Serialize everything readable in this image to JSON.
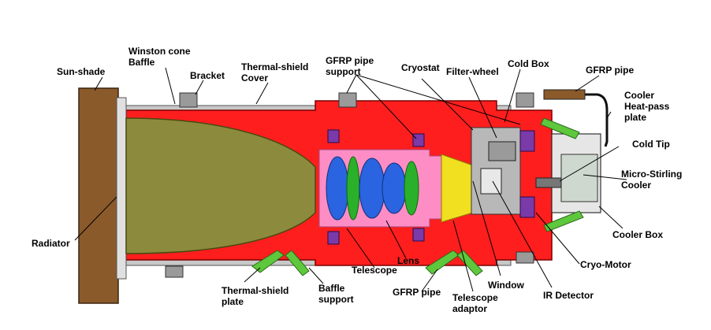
{
  "colors": {
    "housing": "#ff1e1e",
    "sunshade": "#8b5a2b",
    "cone": "#8c8a3c",
    "lens_blue": "#2a64e0",
    "lens_green": "#2ab02a",
    "pink": "#ff9ad8",
    "yellow": "#f0e020",
    "gfrp": "#5ec83c",
    "purple": "#7a3aa8",
    "gray": "#b8b8b8"
  },
  "labels": {
    "sun_shade": "Sun-shade",
    "winston_cone_baffle": "Winston cone\nBaffle",
    "bracket": "Bracket",
    "thermal_shield_cover": "Thermal-shield\nCover",
    "gfrp_pipe_support": "GFRP pipe\nsupport",
    "cryostat": "Cryostat",
    "filter_wheel": "Filter-wheel",
    "cold_box": "Cold Box",
    "gfrp_pipe_top": "GFRP pipe",
    "cooler_heat_pass_plate": "Cooler\nHeat-pass\nplate",
    "cold_tip": "Cold Tip",
    "micro_stirling_cooler": "Micro-Stirling\nCooler",
    "cooler_box": "Cooler Box",
    "radiator": "Radiator",
    "cryo_motor": "Cryo-Motor",
    "thermal_shield_plate": "Thermal-shield\nplate",
    "baffle_support": "Baffle\nsupport",
    "telescope": "Telescope",
    "lens": "Lens",
    "gfrp_pipe_bottom": "GFRP pipe",
    "telescope_adaptor": "Telescope\nadaptor",
    "window": "Window",
    "ir_detector": "IR Detector"
  }
}
